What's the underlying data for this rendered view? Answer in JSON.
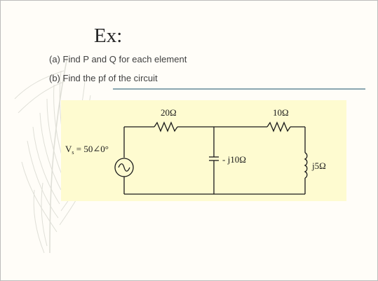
{
  "slide": {
    "title": "Ex:",
    "lines": [
      "(a) Find P and Q for each element",
      "(b) Find the pf of the circuit"
    ]
  },
  "circuit": {
    "source_label_main": "V",
    "source_label_sub": "s",
    "source_label_rest": " = 50∠0°",
    "r1_label": "20Ω",
    "r2_label": "10Ω",
    "cap_label": "- j10Ω",
    "ind_label": "j5Ω"
  },
  "colors": {
    "panel_bg": "#fefbd0",
    "rule": "#8aa6b0",
    "wire": "#1a1a1a"
  }
}
